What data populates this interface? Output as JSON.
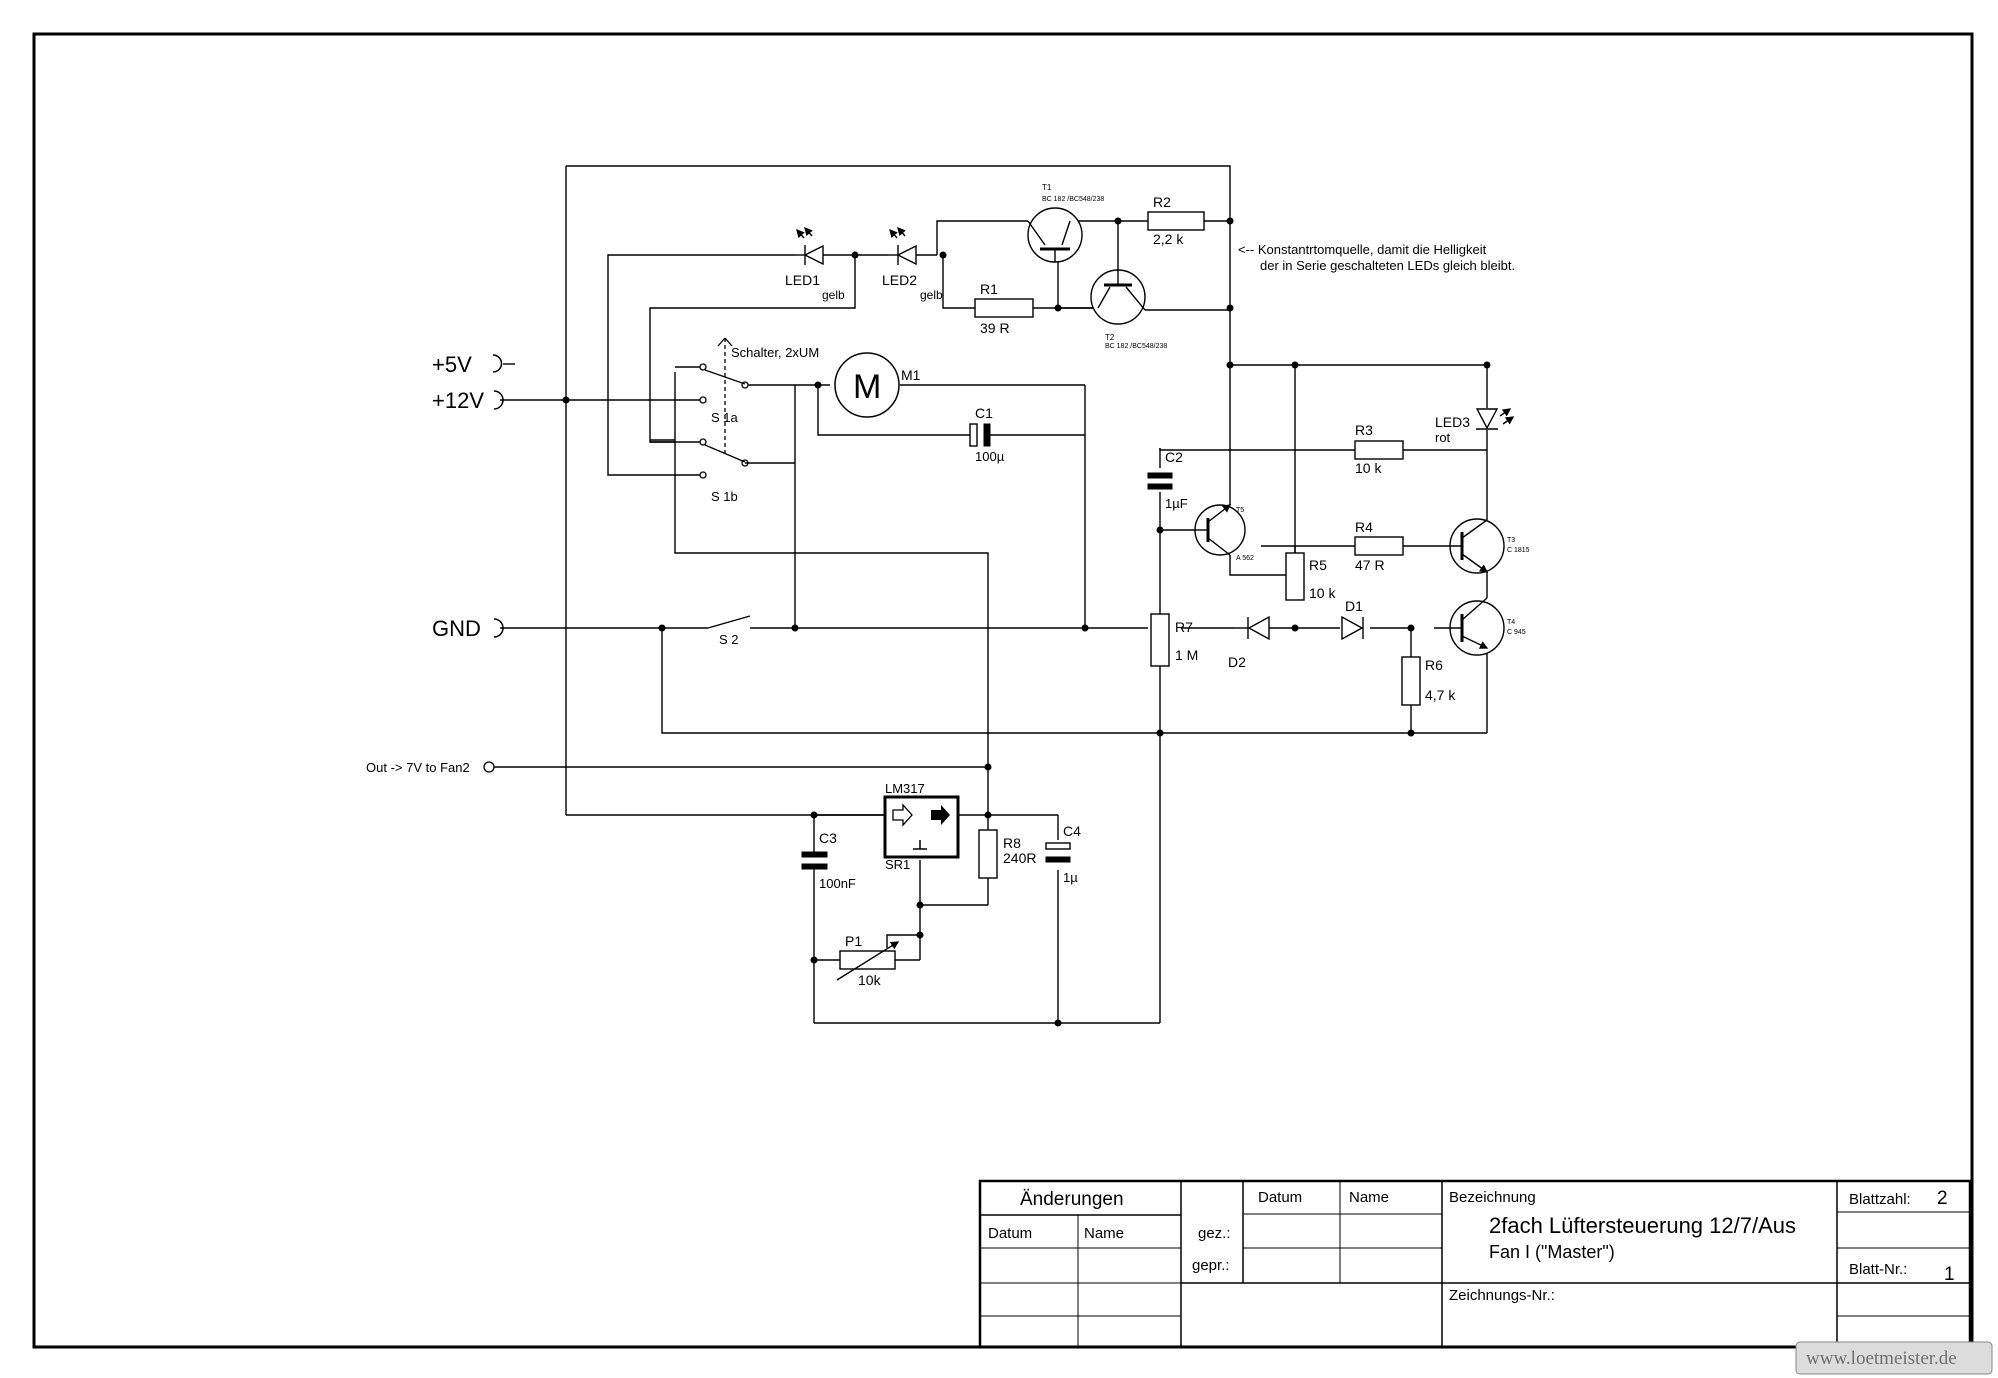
{
  "ports": {
    "p5v": "+5V",
    "p12v": "+12V",
    "gnd": "GND",
    "out": "Out -> 7V to Fan2"
  },
  "components": {
    "led1": {
      "ref": "LED1",
      "value": "gelb"
    },
    "led2": {
      "ref": "LED2",
      "value": "gelb"
    },
    "led3": {
      "ref": "LED3",
      "value": "rot"
    },
    "t1": {
      "ref": "T1",
      "value": "BC 182 /BC548/238"
    },
    "t2": {
      "ref": "T2",
      "value": "BC 182 /BC548/238"
    },
    "t3": {
      "ref": "T3",
      "value": "C 1815"
    },
    "t4": {
      "ref": "T4",
      "value": "C 945"
    },
    "t5": {
      "ref": "T5",
      "value": "A 562"
    },
    "r1": {
      "ref": "R1",
      "value": "39 R"
    },
    "r2": {
      "ref": "R2",
      "value": "2,2 k"
    },
    "r3": {
      "ref": "R3",
      "value": "10 k"
    },
    "r4": {
      "ref": "R4",
      "value": "47 R"
    },
    "r5": {
      "ref": "R5",
      "value": "10 k"
    },
    "r6": {
      "ref": "R6",
      "value": "4,7 k"
    },
    "r7": {
      "ref": "R7",
      "value": "1 M"
    },
    "r8": {
      "ref": "R8",
      "value": "240R"
    },
    "c1": {
      "ref": "C1",
      "value": "100µ"
    },
    "c2": {
      "ref": "C2",
      "value": "1µF"
    },
    "c3": {
      "ref": "C3",
      "value": "100nF"
    },
    "c4": {
      "ref": "C4",
      "value": "1µ"
    },
    "d1": {
      "ref": "D1"
    },
    "d2": {
      "ref": "D2"
    },
    "m1": {
      "ref": "M1",
      "symbol": "M"
    },
    "p1": {
      "ref": "P1",
      "value": "10k"
    },
    "sr1": {
      "ref": "SR1",
      "value": "LM317"
    },
    "switch": {
      "label": "Schalter, 2xUM",
      "s1a": "S 1a",
      "s1b": "S 1b",
      "s2": "S 2"
    }
  },
  "annotation": {
    "line1": "<-- Konstantrtomquelle, damit die Helligkeit",
    "line2": "der in Serie geschalteten LEDs gleich bleibt."
  },
  "title_block": {
    "changes_header": "Änderungen",
    "datum": "Datum",
    "name": "Name",
    "gez": "gez.:",
    "gepr": "gepr.:",
    "bezeichnung": "Bezeichnung",
    "title": "2fach Lüftersteuerung 12/7/Aus",
    "subtitle": "Fan I (\"Master\")",
    "zeichnungs_nr": "Zeichnungs-Nr.:",
    "blattzahl_label": "Blattzahl:",
    "blattzahl": "2",
    "blatt_nr_label": "Blatt-Nr.:",
    "blatt_nr": "1"
  },
  "watermark": "www.loetmeister.de"
}
